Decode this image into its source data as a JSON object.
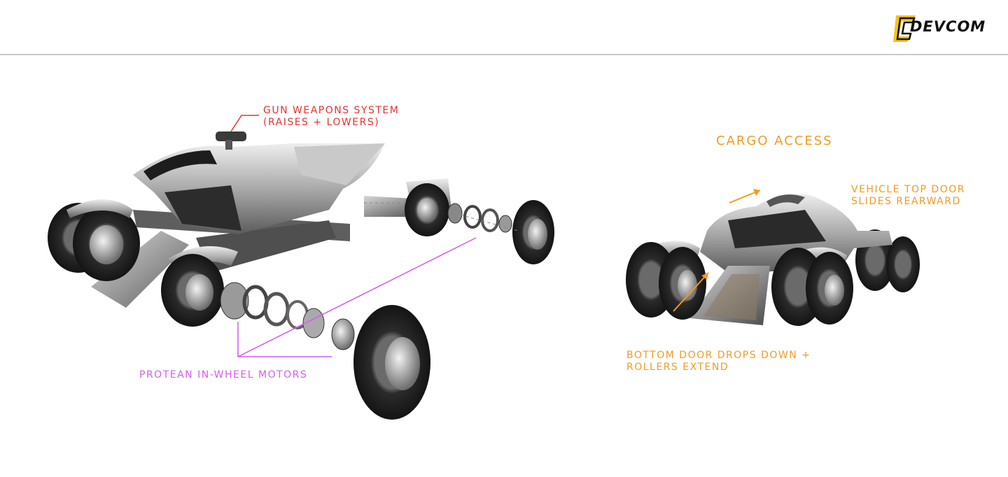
{
  "brand": {
    "logo_text": "DEVCOM"
  },
  "left_diagram": {
    "gun_label_line1": "GUN WEAPONS SYSTEM",
    "gun_label_line2": "(RAISES + LOWERS)",
    "motors_label": "PROTEAN IN-WHEEL MOTORS"
  },
  "right_diagram": {
    "title": "CARGO ACCESS",
    "top_door_line1": "VEHICLE TOP DOOR",
    "top_door_line2": "SLIDES REARWARD",
    "bottom_door_line1": "BOTTOM DOOR DROPS DOWN +",
    "bottom_door_line2": "ROLLERS EXTEND"
  },
  "colors": {
    "gun_label": "#e8322e",
    "motors_label": "#d45cf0",
    "cargo_labels": "#f39a1f"
  }
}
